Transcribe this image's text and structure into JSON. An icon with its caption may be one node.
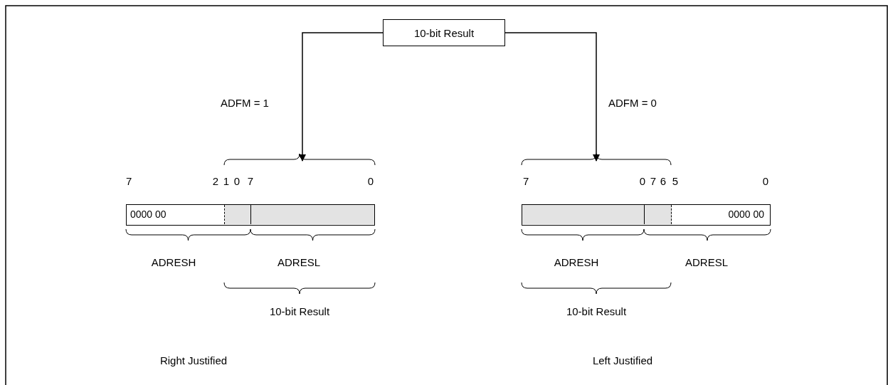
{
  "diagram": {
    "nodes": [
      {
        "text": [
          "10-bit Result"
        ]
      },
      {
        "text": [],
        "shape": "bracket"
      },
      {
        "text": [],
        "shape": "bracket"
      },
      {
        "text": [
          "0000 00"
        ]
      },
      {
        "text": [
          "0000 00"
        ]
      }
    ],
    "edges": [
      {
        "from": 0,
        "to": 1,
        "arrow": "to",
        "label": "ADFM = 1"
      },
      {
        "from": 0,
        "to": 2,
        "arrow": "to",
        "label": "ADFM = 0"
      }
    ],
    "labels": [
      "7",
      "2",
      "1",
      "0",
      "7",
      "0",
      "ADRESH",
      "ADRESL",
      "10-bit Result",
      "Right Justified",
      "7",
      "0",
      "7",
      "6",
      "5",
      "0",
      "ADRESH",
      "ADRESL",
      "10-bit Result",
      "Left Justified"
    ]
  }
}
